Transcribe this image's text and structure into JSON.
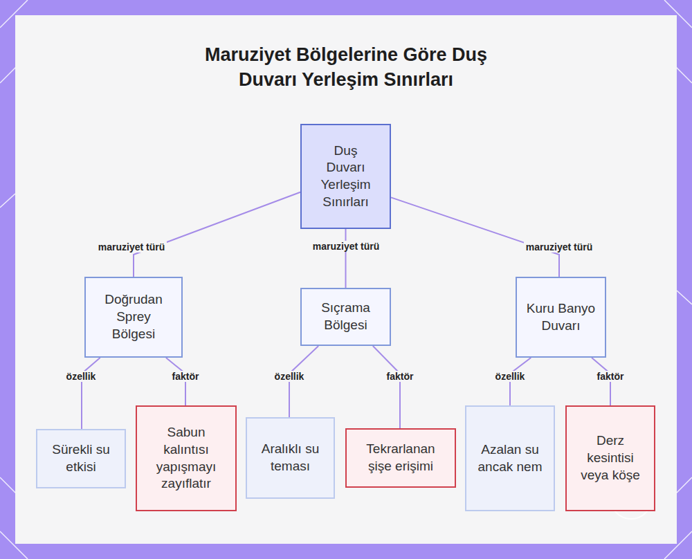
{
  "diagram": {
    "title": "Maruziyet Bölgelerine Göre Duş Duvarı Yerleşim Sınırları",
    "nodes": [
      {
        "text": [
          "Duş Duvarı Yerleşim Sınırları"
        ]
      },
      {
        "text": [
          "Doğrudan Sprey Bölgesi"
        ]
      },
      {
        "text": [
          "Sıçrama Bölgesi"
        ]
      },
      {
        "text": [
          "Kuru Banyo Duvarı"
        ]
      },
      {
        "text": [
          "Sürekli su etkisi"
        ]
      },
      {
        "text": [
          "Sabun kalıntısı yapışmayı zayıflatır"
        ]
      },
      {
        "text": [
          "Aralıklı su teması"
        ]
      },
      {
        "text": [
          "Tekrarlanan şişe erişimi"
        ]
      },
      {
        "text": [
          "Azalan su ancak nem"
        ]
      },
      {
        "text": [
          "Derz kesintisi veya köşe"
        ]
      }
    ],
    "edges": [
      {
        "from": 0,
        "to": 1,
        "label": "maruziyet türü",
        "arrow": "none"
      },
      {
        "from": 0,
        "to": 2,
        "label": "maruziyet türü",
        "arrow": "none"
      },
      {
        "from": 0,
        "to": 3,
        "label": "maruziyet türü",
        "arrow": "none"
      },
      {
        "from": 1,
        "to": 4,
        "label": "özellik",
        "arrow": "none"
      },
      {
        "from": 1,
        "to": 5,
        "label": "faktör",
        "arrow": "none"
      },
      {
        "from": 2,
        "to": 6,
        "label": "özellik",
        "arrow": "none"
      },
      {
        "from": 2,
        "to": 7,
        "label": "faktör",
        "arrow": "none"
      },
      {
        "from": 3,
        "to": 8,
        "label": "özellik",
        "arrow": "none"
      },
      {
        "from": 3,
        "to": 9,
        "label": "faktör",
        "arrow": "none"
      }
    ]
  }
}
